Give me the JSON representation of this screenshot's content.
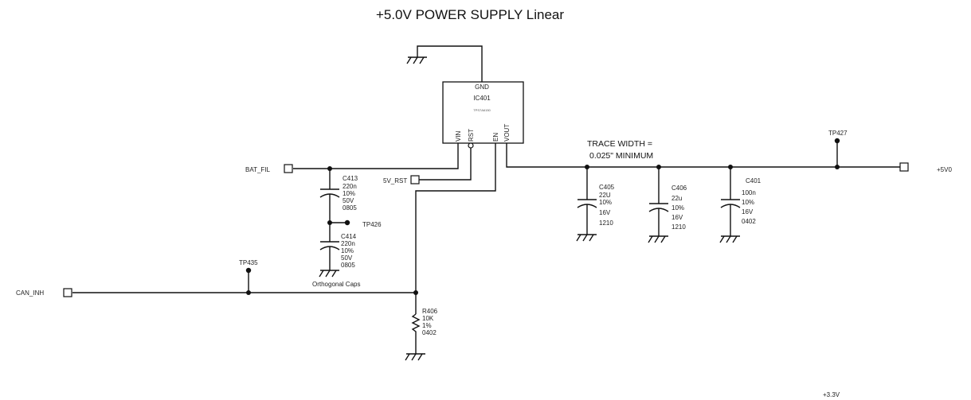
{
  "title": "+5.0V POWER SUPPLY Linear",
  "ic": {
    "pin_top": "GND",
    "ref": "IC401",
    "part": "TPS7A6150",
    "pins": [
      "VIN",
      "RST",
      "EN",
      "VOUT"
    ]
  },
  "nets": {
    "bat_fil": "BAT_FIL",
    "rst": "5V_RST",
    "can_inh": "CAN_INH",
    "out": "+5V0",
    "v33": "+3.3V"
  },
  "test_points": {
    "tp426": "TP426",
    "tp435": "TP435",
    "tp427": "TP427"
  },
  "note": {
    "line1": "TRACE WIDTH =",
    "line2": "0.025\" MINIMUM"
  },
  "group_label": "Orthogonal Caps",
  "caps": {
    "c413": [
      "C413",
      "220n",
      "10%",
      "50V",
      "0805"
    ],
    "c414": [
      "C414",
      "220n",
      "10%",
      "50V",
      "0805"
    ],
    "c405": [
      "C405",
      "22U",
      "10%",
      "16V",
      "1210"
    ],
    "c406": [
      "C406",
      "22u",
      "10%",
      "16V",
      "1210"
    ],
    "c401": [
      "C401",
      "100n",
      "10%",
      "16V",
      "0402"
    ]
  },
  "resistor": {
    "r406": [
      "R406",
      "10K",
      "1%",
      "0402"
    ]
  }
}
